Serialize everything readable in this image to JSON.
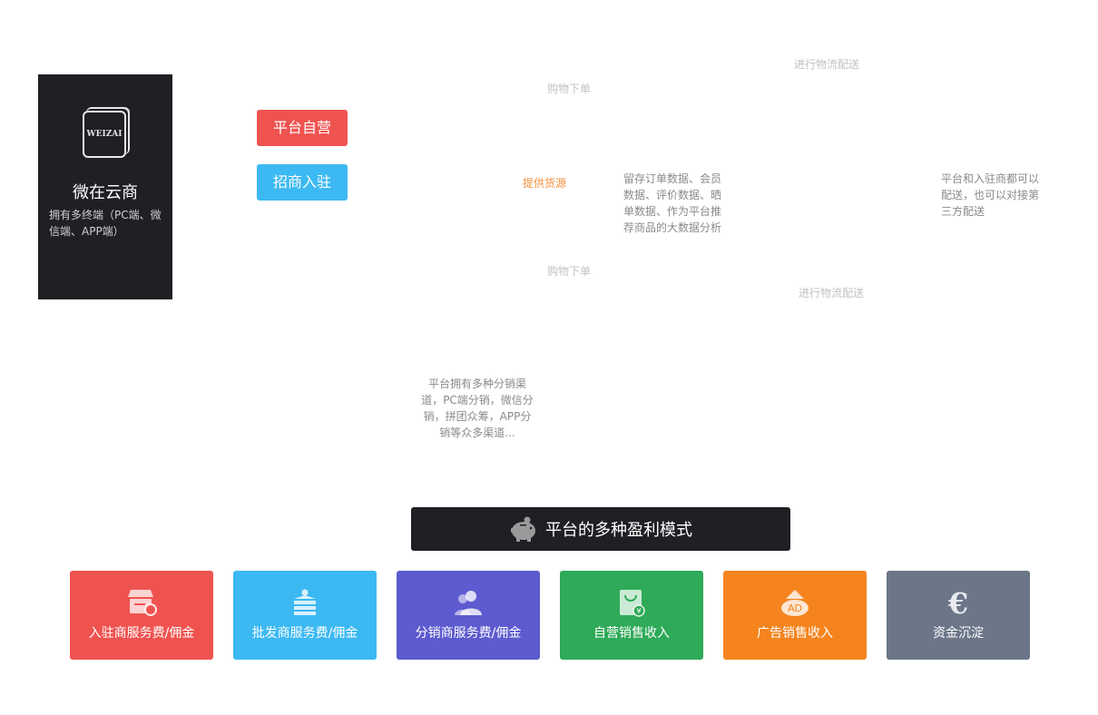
{
  "brand": {
    "logo_text": "WEIZAI",
    "name": "微在云商",
    "description": "拥有多终端（PC端、微信端、APP端）"
  },
  "buttons": {
    "self_operated": "平台自营",
    "merchant_join": "招商入驻"
  },
  "flow": {
    "top_logistics": "进行物流配送",
    "top_order": "购物下单",
    "supply": "提供货源",
    "data_note": "留存订单数据、会员数据、评价数据、晒单数据、作为平台推荐商品的大数据分析",
    "delivery_note": "平台和入驻商都可以配送，也可以对接第三方配送",
    "bottom_order": "购物下单",
    "bottom_logistics": "进行物流配送",
    "channels_note": "平台拥有多种分销渠道，PC端分销，微信分销，拼团众筹，APP分销等众多渠道..."
  },
  "banner": {
    "icon": "piggy-bank-icon",
    "title": "平台的多种盈利模式"
  },
  "tiles": [
    {
      "label": "入驻商服务费/佣金",
      "icon": "store-icon",
      "color": "#ef5350"
    },
    {
      "label": "批发商服务费/佣金",
      "icon": "wholesale-icon",
      "color": "#3cb9f2"
    },
    {
      "label": "分销商服务费/佣金",
      "icon": "distributor-icon",
      "color": "#5d5bcf"
    },
    {
      "label": "自营销售收入",
      "icon": "shopping-bag-icon",
      "color": "#2eaa58"
    },
    {
      "label": "广告销售收入",
      "icon": "ad-icon",
      "color": "#f5841e"
    },
    {
      "label": "资金沉淀",
      "icon": "euro-icon",
      "color": "#6b7688"
    }
  ]
}
